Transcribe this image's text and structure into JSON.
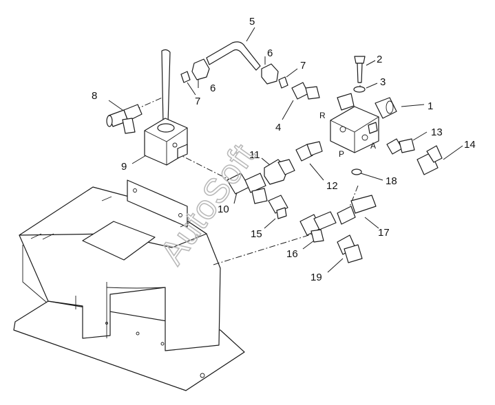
{
  "watermark": "AutoSoft",
  "callouts": [
    "1",
    "2",
    "3",
    "4",
    "5",
    "6",
    "6",
    "7",
    "7",
    "8",
    "9",
    "10",
    "11",
    "12",
    "13",
    "14",
    "15",
    "16",
    "17",
    "18",
    "19"
  ],
  "ports": [
    "R",
    "A",
    "P"
  ]
}
